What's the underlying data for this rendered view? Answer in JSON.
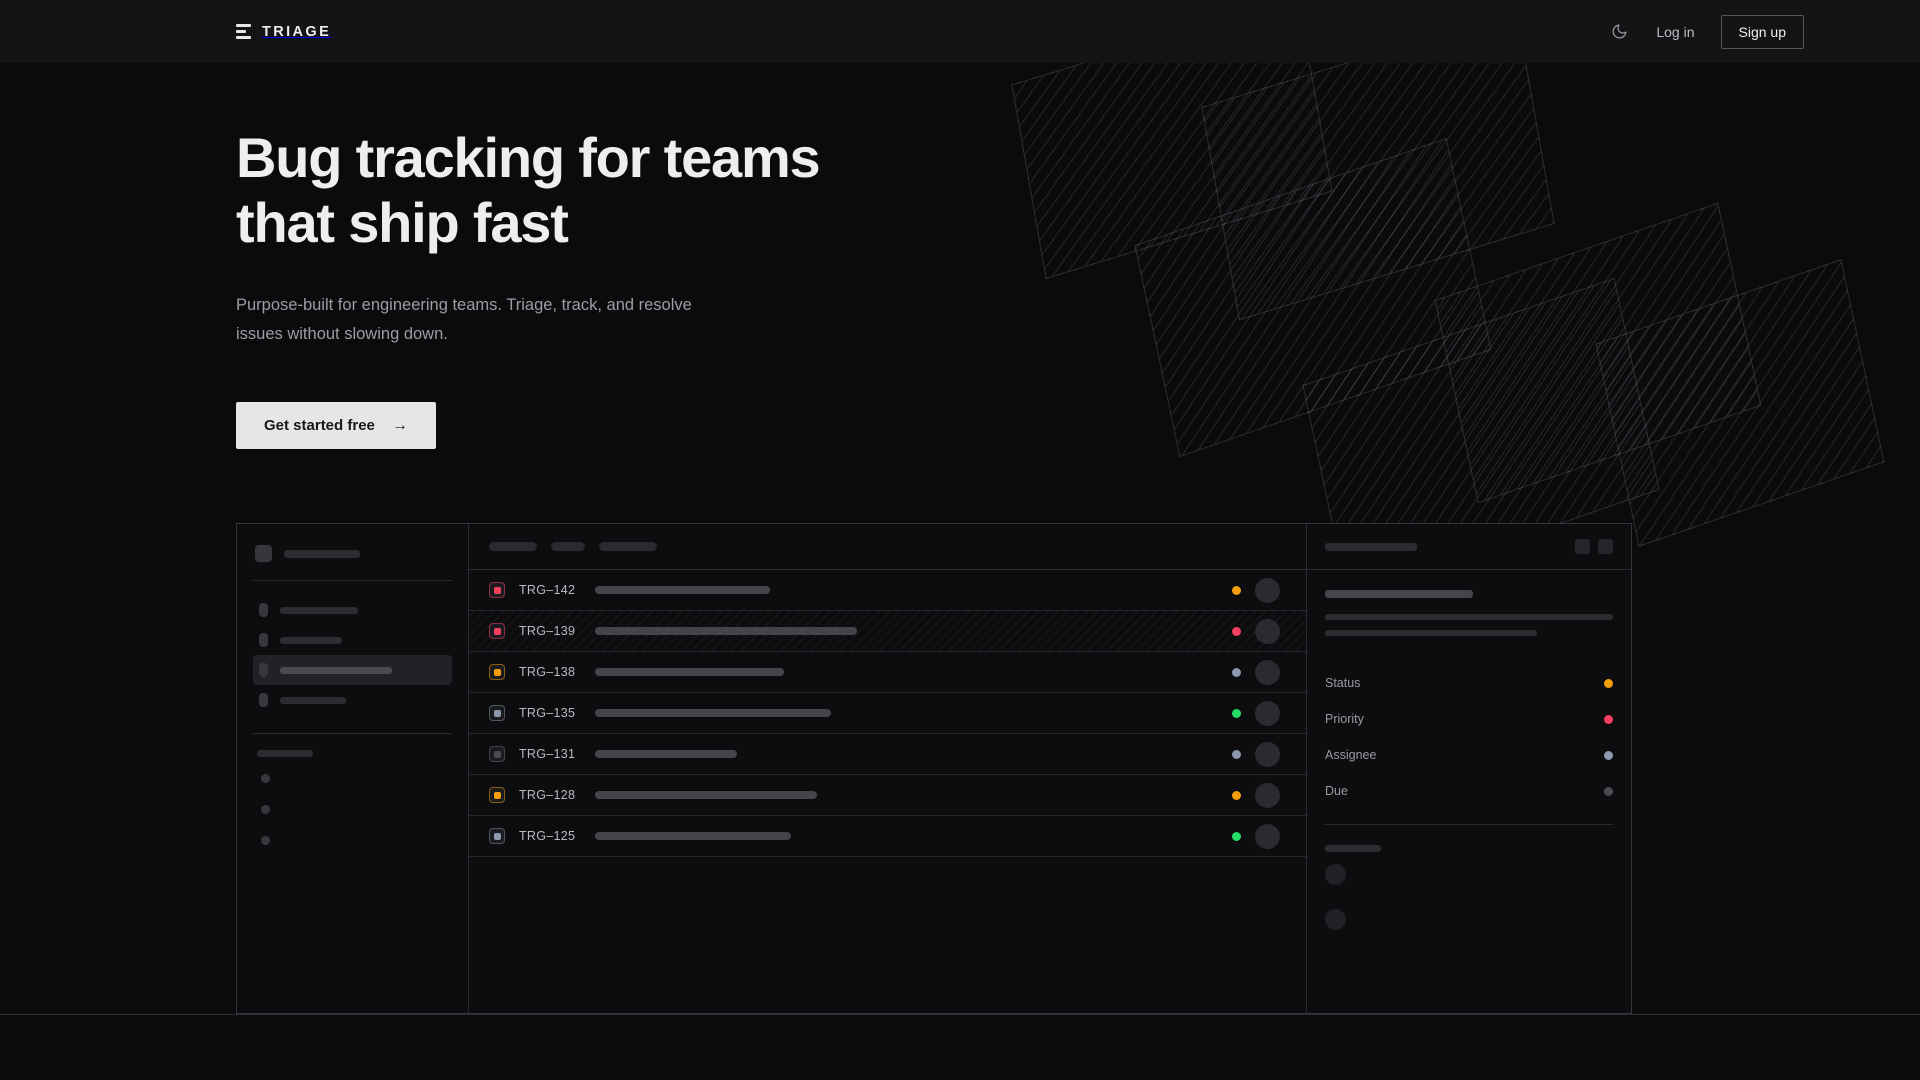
{
  "brand": {
    "name": "TRIAGE",
    "mark_icon": "triage-bars-icon"
  },
  "nav": {
    "theme_toggle_icon": "moon-icon",
    "login_label": "Log in",
    "signup_label": "Sign up"
  },
  "hero": {
    "heading_line1": "Bug tracking for teams",
    "heading_line2": "that ship fast",
    "subheading": "Purpose-built for engineering teams. Triage, track, and resolve issues without slowing down.",
    "cta_label": "Get started free",
    "cta_arrow": "→"
  },
  "colors": {
    "page_bg": "#0b0b0d",
    "topbar_bg": "#141417",
    "heading": "#eceeef",
    "muted_text": "#9c9da2",
    "cta_bg": "#e6e6e7",
    "cta_text": "#17181a",
    "border": "#35363b",
    "status_orange": "#f59e0b",
    "status_pink": "#f43f5e",
    "status_slate": "#8c98ac",
    "status_green": "#22dd66",
    "status_dim": "#4b4c52"
  },
  "mockup": {
    "sidebar": {
      "workspace_label": "",
      "nav_items": [
        {
          "active": false,
          "width": 78
        },
        {
          "active": false,
          "width": 62
        },
        {
          "active": true,
          "width": 112
        },
        {
          "active": false,
          "width": 66
        }
      ],
      "section_label_width": 56,
      "sub_items": 3
    },
    "toolbar": {
      "chips": [
        48,
        34,
        58
      ]
    },
    "issues": [
      {
        "id": "TRG–142",
        "badge_color": "#f43f5e",
        "badge_border": "#8d3044",
        "title_width": 175,
        "status_color": "#f59e0b",
        "selected": false
      },
      {
        "id": "TRG–139",
        "badge_color": "#f43f5e",
        "badge_border": "#8d3044",
        "title_width": 262,
        "status_color": "#f43f5e",
        "selected": true
      },
      {
        "id": "TRG–138",
        "badge_color": "#f59e0b",
        "badge_border": "#8a5d11",
        "title_width": 189,
        "status_color": "#8c98ac",
        "selected": false
      },
      {
        "id": "TRG–135",
        "badge_color": "#8c98ac",
        "badge_border": "#4d565f",
        "title_width": 236,
        "status_color": "#22dd66",
        "selected": false
      },
      {
        "id": "TRG–131",
        "badge_color": "#4b4c52",
        "badge_border": "#44454b",
        "title_width": 142,
        "status_color": "#8c98ac",
        "selected": false
      },
      {
        "id": "TRG–128",
        "badge_color": "#f59e0b",
        "badge_border": "#8a5d11",
        "title_width": 222,
        "status_color": "#f59e0b",
        "selected": false
      },
      {
        "id": "TRG–125",
        "badge_color": "#8c98ac",
        "badge_border": "#4d565f",
        "title_width": 196,
        "status_color": "#22dd66",
        "selected": false
      }
    ],
    "panel": {
      "title_skeleton_width": 92,
      "action_buttons": 2,
      "body_line_widths": [
        148,
        288,
        212
      ],
      "meta": [
        {
          "label": "Status",
          "dot_color": "#f59e0b"
        },
        {
          "label": "Priority",
          "dot_color": "#f43f5e"
        },
        {
          "label": "Assignee",
          "dot_color": "#8c98ac"
        },
        {
          "label": "Due",
          "dot_color": "#4b4c52"
        }
      ],
      "comments_label_width": 56,
      "comments": 2
    }
  }
}
